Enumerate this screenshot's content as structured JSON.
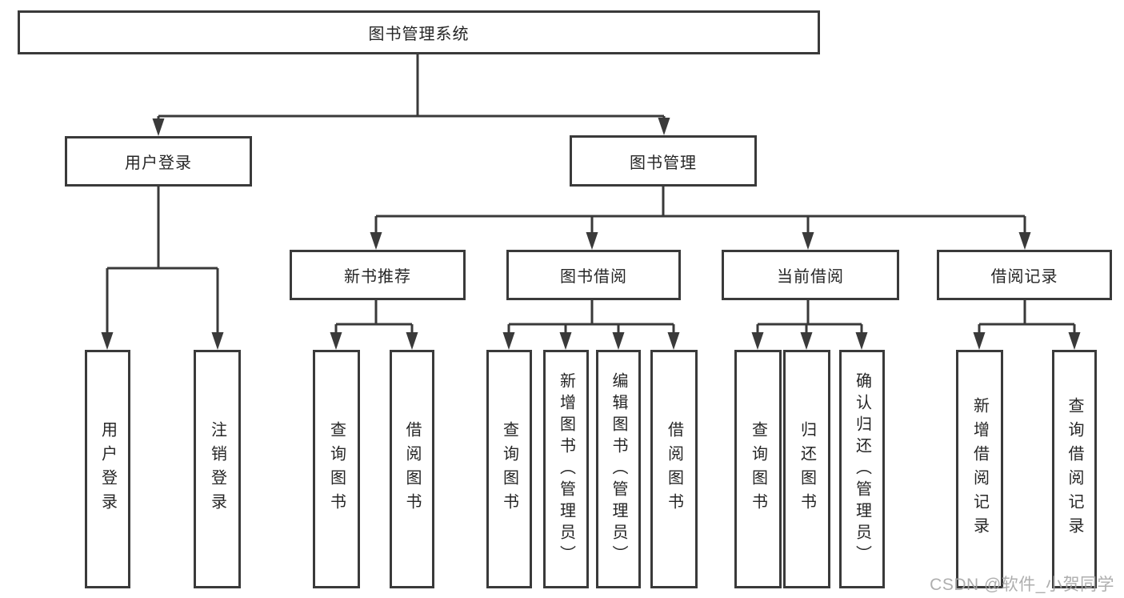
{
  "diagram": {
    "type": "tree",
    "title": "图书管理系统",
    "nodes": {
      "root": "图书管理系统",
      "level2": [
        "用户登录",
        "图书管理"
      ],
      "level3": [
        "新书推荐",
        "图书借阅",
        "当前借阅",
        "借阅记录"
      ],
      "leaves": [
        "用户登录",
        "注销登录",
        "查询图书",
        "借阅图书",
        "查询图书",
        "新增图书（管理员）",
        "编辑图书（管理员）",
        "借阅图书",
        "查询图书",
        "归还图书",
        "确认归还（管理员）",
        "新增借阅记录",
        "查询借阅记录"
      ]
    },
    "edges": {
      "图书管理系统": [
        "用户登录",
        "图书管理"
      ],
      "用户登录": [
        "用户登录",
        "注销登录"
      ],
      "图书管理": [
        "新书推荐",
        "图书借阅",
        "当前借阅",
        "借阅记录"
      ],
      "新书推荐": [
        "查询图书",
        "借阅图书"
      ],
      "图书借阅": [
        "查询图书",
        "新增图书（管理员）",
        "编辑图书（管理员）",
        "借阅图书"
      ],
      "当前借阅": [
        "查询图书",
        "归还图书",
        "确认归还（管理员）"
      ],
      "借阅记录": [
        "新增借阅记录",
        "查询借阅记录"
      ]
    },
    "colors": {
      "line": "#3a3a3a",
      "text": "#262626",
      "background": "#ffffff",
      "watermark": "#a5a5a5"
    }
  },
  "watermark": "CSDN @软件_小贺同学"
}
